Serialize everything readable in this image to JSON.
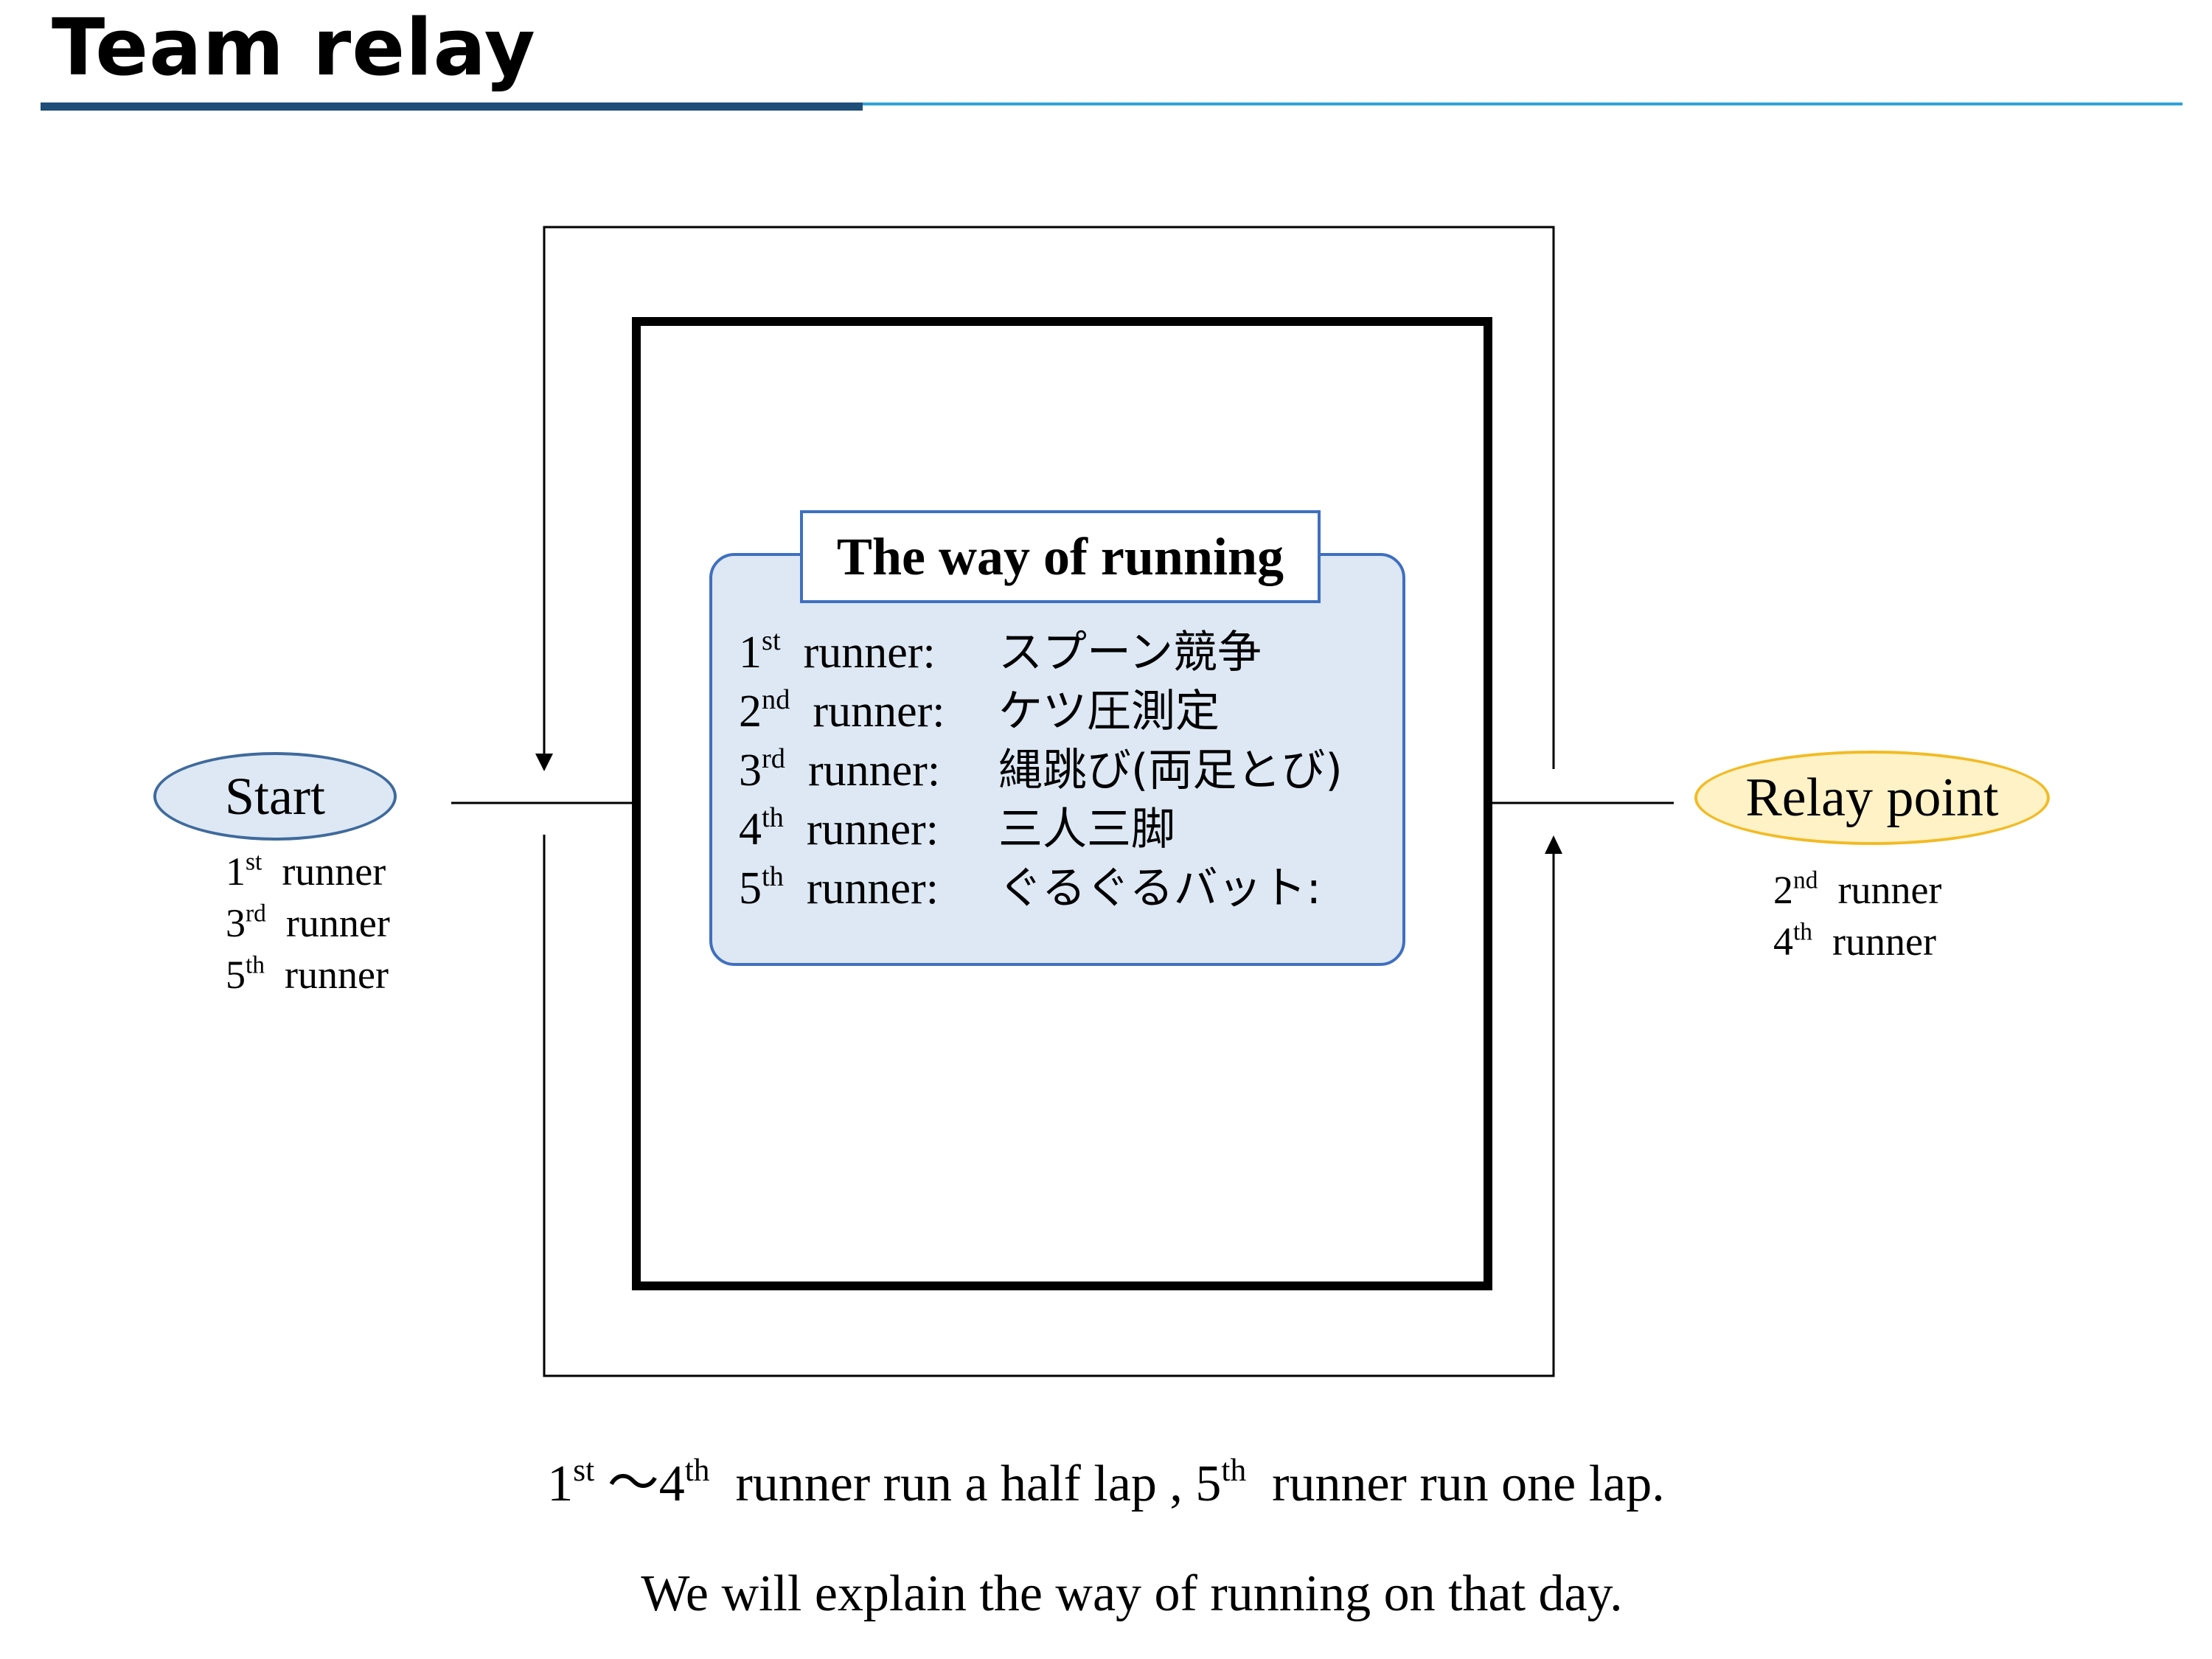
{
  "title": "Team relay",
  "colors": {
    "title_rule_dark": "#1f4e79",
    "title_rule_light": "#2ea3d8",
    "start_fill": "#dde8f4",
    "start_border": "#3f6a9c",
    "relay_fill": "#fff2c6",
    "relay_border": "#f2bb25",
    "way_fill": "#dde8f4",
    "way_border": "#3f6fc0"
  },
  "start": {
    "label": "Start",
    "runners": [
      {
        "num": "1",
        "suffix": "st",
        "word": "runner"
      },
      {
        "num": "3",
        "suffix": "rd",
        "word": "runner"
      },
      {
        "num": "5",
        "suffix": "th",
        "word": "runner"
      }
    ]
  },
  "relay": {
    "label": "Relay point",
    "runners": [
      {
        "num": "2",
        "suffix": "nd",
        "word": "runner"
      },
      {
        "num": "4",
        "suffix": "th",
        "word": "runner"
      }
    ]
  },
  "way": {
    "title": "The way of running",
    "rows": [
      {
        "num": "1",
        "suffix": "st",
        "word": "runner:",
        "task": "スプーン競争"
      },
      {
        "num": "2",
        "suffix": "nd",
        "word": "runner:",
        "task": "ケツ圧測定"
      },
      {
        "num": "3",
        "suffix": "rd",
        "word": "runner:",
        "task": "縄跳び(両足とび)"
      },
      {
        "num": "4",
        "suffix": "th",
        "word": "runner:",
        "task": "三人三脚"
      },
      {
        "num": "5",
        "suffix": "th",
        "word": "runner:",
        "task": "ぐるぐるバット:"
      }
    ]
  },
  "note1": {
    "a_num": "1",
    "a_suffix": "st",
    "b_text": "～4",
    "b_suffix": "th",
    "c_text": "runner  run a half lap , 5",
    "c_suffix": "th",
    "d_text": "runner run one lap."
  },
  "note2": "We will explain the way of running on that day."
}
